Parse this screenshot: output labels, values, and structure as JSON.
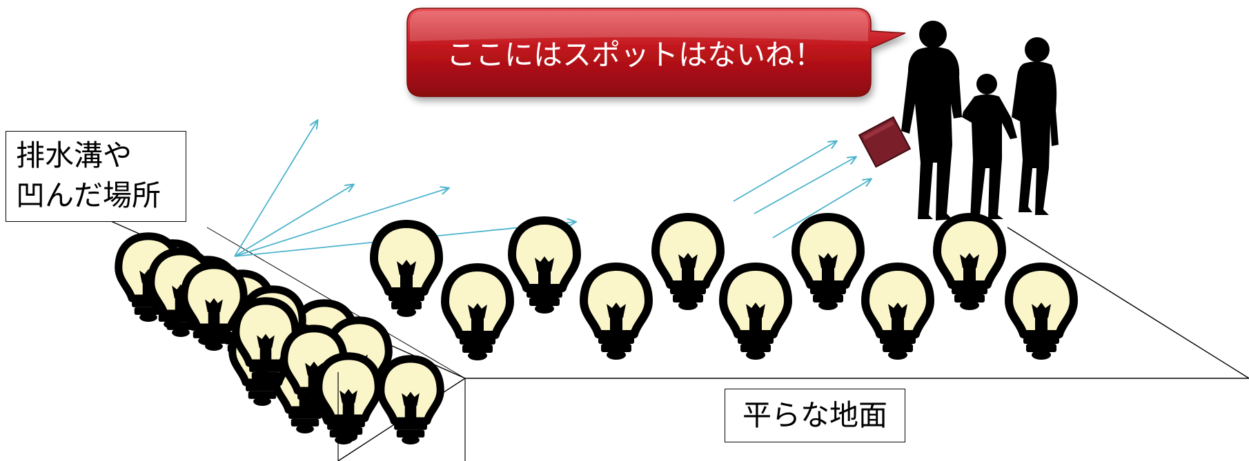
{
  "labels": {
    "left_line1": "排水溝や",
    "left_line2": "凹んだ場所",
    "right": "平らな地面"
  },
  "speech_bubble": {
    "text": "ここにはスポットはないね！"
  },
  "icons": [
    "light-bulb-icon",
    "family-silhouette-icon",
    "wallet-icon",
    "wifi-signal-arrow-icon"
  ],
  "colors": {
    "bubble_red": "#c0141b",
    "bulb_fill": "#fbf6c9",
    "arrow_blue": "#4bb3cc",
    "outline": "#000000"
  }
}
